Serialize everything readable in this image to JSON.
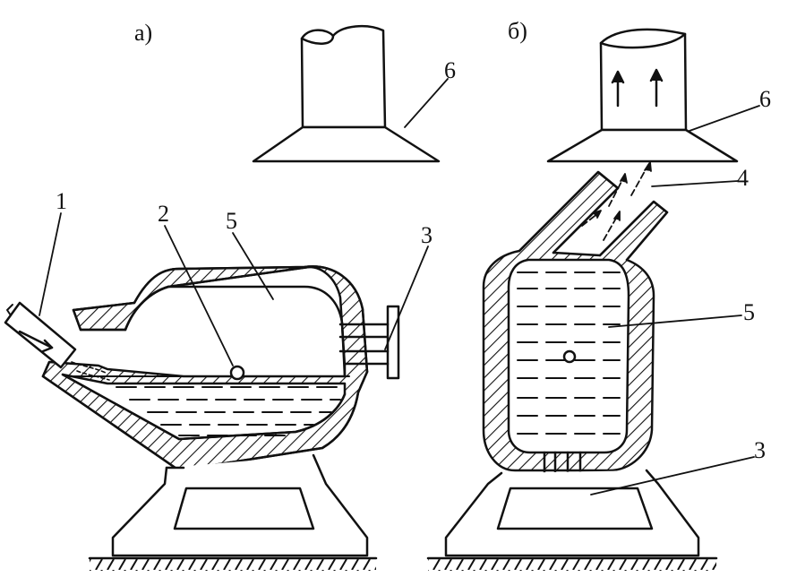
{
  "figure": {
    "panels": [
      {
        "id": "a",
        "caption": "а)"
      },
      {
        "id": "b",
        "caption": "б)"
      }
    ],
    "labels": {
      "a": [
        "1",
        "2",
        "5",
        "3",
        "6"
      ],
      "b": [
        "6",
        "4",
        "5",
        "3"
      ]
    },
    "colors": {
      "ink": "#111111",
      "paper": "#ffffff"
    }
  }
}
